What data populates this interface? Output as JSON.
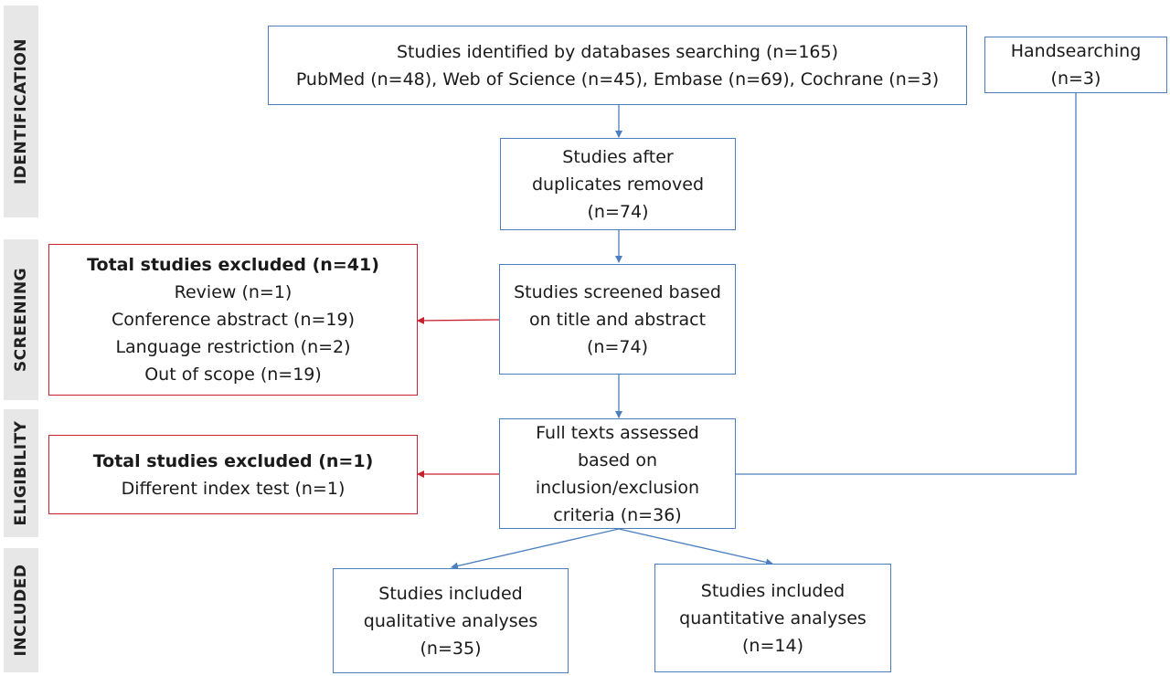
{
  "phases": [
    {
      "key": "identification",
      "label": "IDENTIFICATION"
    },
    {
      "key": "screening",
      "label": "SCREENING"
    },
    {
      "key": "eligibility",
      "label": "ELIGIBILITY"
    },
    {
      "key": "included",
      "label": "INCLUDED"
    }
  ],
  "boxes": {
    "identified": {
      "lines": [
        "Studies identified by databases searching (n=165)",
        "PubMed (n=48), Web of Science (n=45), Embase (n=69), Cochrane (n=3)"
      ]
    },
    "handsearching": {
      "lines": [
        "Handsearching",
        "(n=3)"
      ]
    },
    "duplicates_removed": {
      "lines": [
        "Studies after",
        "duplicates removed",
        "(n=74)"
      ]
    },
    "screened": {
      "lines": [
        "Studies screened based",
        "on title and abstract",
        "(n=74)"
      ]
    },
    "excluded_screening": {
      "title": "Total studies excluded (n=41)",
      "lines": [
        "Review (n=1)",
        "Conference abstract (n=19)",
        "Language restriction (n=2)",
        "Out of scope (n=19)"
      ]
    },
    "full_text": {
      "lines": [
        "Full texts assessed",
        "based on",
        "inclusion/exclusion",
        "criteria (n=36)"
      ]
    },
    "excluded_eligibility": {
      "title": "Total studies excluded (n=1)",
      "lines": [
        "Different index test (n=1)"
      ]
    },
    "qualitative": {
      "lines": [
        "Studies included",
        "qualitative analyses",
        "(n=35)"
      ]
    },
    "quantitative": {
      "lines": [
        "Studies included",
        "quantitative analyses",
        "(n=14)"
      ]
    }
  },
  "colors": {
    "box_border": "#4a7ebf",
    "excluded_border": "#c8202e",
    "phase_bg": "#e7e7e7"
  }
}
